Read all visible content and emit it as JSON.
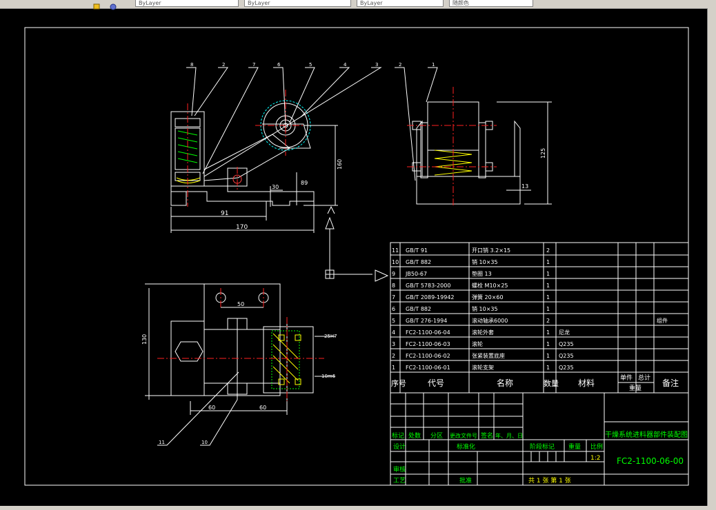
{
  "toolbar": {
    "fields": [
      "ByLayer",
      "ByLayer",
      "ByLayer",
      "随颜色"
    ]
  },
  "dimensions": {
    "front": {
      "d91": "91",
      "d170": "170",
      "d30": "30",
      "d160": "160",
      "d89": "89"
    },
    "side": {
      "d13": "13",
      "d125": "125"
    },
    "top": {
      "d50": "50",
      "d130": "130",
      "d60a": "60",
      "d60b": "60",
      "d25h7": "25H7",
      "d10": "10m6"
    }
  },
  "balloons": {
    "front": [
      "8",
      "2",
      "7",
      "6",
      "5",
      "4",
      "3",
      "2",
      "1"
    ],
    "top": [
      "11",
      "10"
    ]
  },
  "parts_list": {
    "rows": [
      {
        "no": "11",
        "code": "GB/T 91",
        "name": "开口销 3.2×15",
        "qty": "2",
        "material": "",
        "note": ""
      },
      {
        "no": "10",
        "code": "GB/T 882",
        "name": "销 10×35",
        "qty": "1",
        "material": "",
        "note": ""
      },
      {
        "no": "9",
        "code": "JB50-67",
        "name": "垫圈 13",
        "qty": "1",
        "material": "",
        "note": ""
      },
      {
        "no": "8",
        "code": "GB/T 5783-2000",
        "name": "螺栓 M10×25",
        "qty": "1",
        "material": "",
        "note": ""
      },
      {
        "no": "7",
        "code": "GB/T 2089-19942",
        "name": "弹簧 20×60",
        "qty": "1",
        "material": "",
        "note": ""
      },
      {
        "no": "6",
        "code": "GB/T 882",
        "name": "销 10×35",
        "qty": "1",
        "material": "",
        "note": ""
      },
      {
        "no": "5",
        "code": "GB/T 276-1994",
        "name": "滚动轴承6000",
        "qty": "2",
        "material": "",
        "note": "组件"
      },
      {
        "no": "4",
        "code": "FC2-1100-06-04",
        "name": "滚轮外套",
        "qty": "1",
        "material": "尼龙",
        "note": ""
      },
      {
        "no": "3",
        "code": "FC2-1100-06-03",
        "name": "滚轮",
        "qty": "1",
        "material": "Q235",
        "note": ""
      },
      {
        "no": "2",
        "code": "FC2-1100-06-02",
        "name": "张紧装置底座",
        "qty": "1",
        "material": "Q235",
        "note": ""
      },
      {
        "no": "1",
        "code": "FC2-1100-06-01",
        "name": "滚轮支架",
        "qty": "1",
        "material": "Q235",
        "note": ""
      }
    ],
    "header": {
      "no": "序号",
      "code": "代号",
      "name": "名称",
      "qty": "数量",
      "material": "材料",
      "unit": "单件",
      "total": "总计",
      "weight": "重量",
      "note": "备注"
    }
  },
  "title_block": {
    "labels": {
      "mark": "标记",
      "count": "处数",
      "zone": "分区",
      "doc": "更改文件号",
      "sign": "签名",
      "date": "年、月、日",
      "design": "设计",
      "standard": "标准化",
      "check": "审核",
      "process": "工艺",
      "approve": "批准",
      "stage": "阶段标记",
      "weight": "重量",
      "scale": "比例"
    },
    "scale_value": "1:2",
    "sheets": "共 1 张    第 1 张",
    "drawing_title": "干燥系统进料器部件装配图",
    "drawing_number": "FC2-1100-06-00"
  }
}
